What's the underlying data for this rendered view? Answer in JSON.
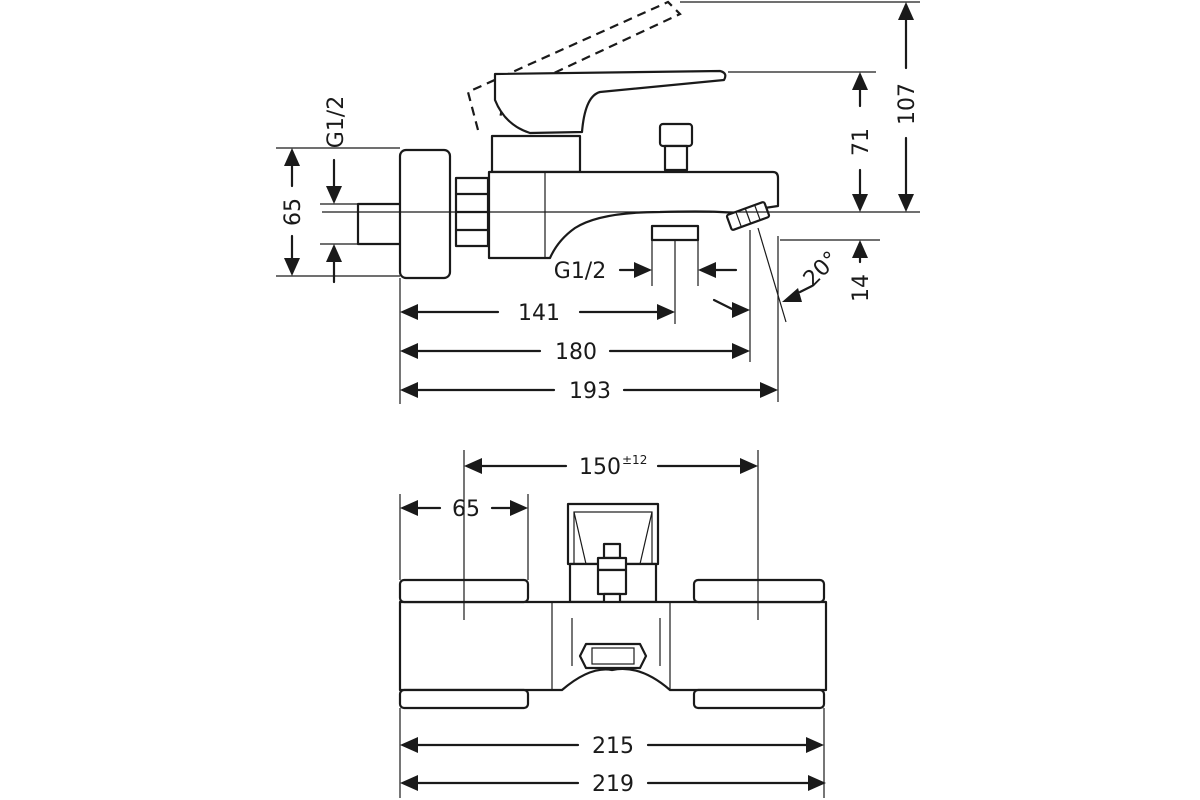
{
  "side_view": {
    "thread_left": "G1/2",
    "height_65": "65",
    "thread_bottom": "G1/2",
    "dim_141": "141",
    "dim_180": "180",
    "dim_193": "193",
    "dim_71": "71",
    "dim_107": "107",
    "dim_14": "14",
    "angle": "20°"
  },
  "top_view": {
    "dim_150": "150",
    "dim_150_tol": "±12",
    "dim_65": "65",
    "dim_215": "215",
    "dim_219": "219"
  }
}
